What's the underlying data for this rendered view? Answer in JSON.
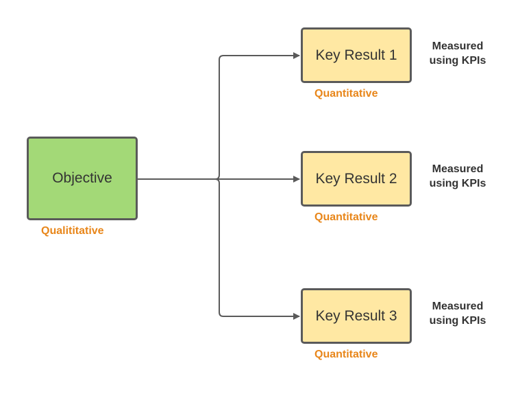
{
  "colors": {
    "objective_fill": "#a3d977",
    "key_result_fill": "#ffe8a3",
    "border": "#5a5a5a",
    "connector": "#5a5a5a",
    "annotation_orange": "#e8861a",
    "text": "#333333"
  },
  "objective": {
    "label": "Objective",
    "tag": "Qualititative"
  },
  "key_results": [
    {
      "label": "Key Result 1",
      "tag": "Quantitative",
      "note_line1": "Measured",
      "note_line2": "using KPIs"
    },
    {
      "label": "Key Result 2",
      "tag": "Quantitative",
      "note_line1": "Measured",
      "note_line2": "using KPIs"
    },
    {
      "label": "Key Result 3",
      "tag": "Quantitative",
      "note_line1": "Measured",
      "note_line2": "using KPIs"
    }
  ],
  "connections": [
    {
      "from": "Objective",
      "to": "Key Result 1"
    },
    {
      "from": "Objective",
      "to": "Key Result 2"
    },
    {
      "from": "Objective",
      "to": "Key Result 3"
    }
  ]
}
